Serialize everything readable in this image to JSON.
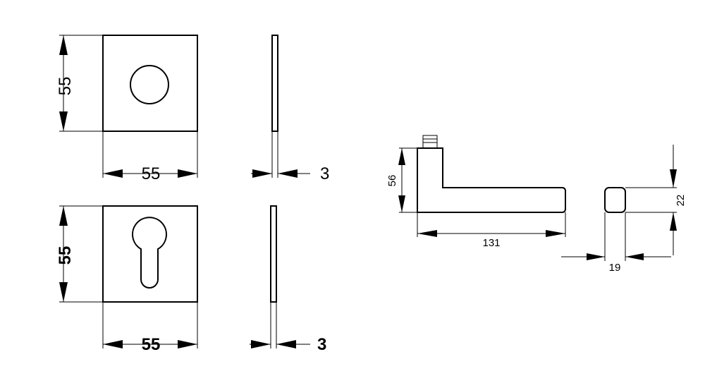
{
  "dimensions": {
    "rosette_round_height": "55",
    "rosette_round_width": "55",
    "rosette_round_thickness": "3",
    "rosette_cylinder_height": "55",
    "rosette_cylinder_width": "55",
    "rosette_cylinder_thickness": "3",
    "handle_height": "56",
    "handle_length": "131",
    "handle_bar_height": "22",
    "handle_bar_width": "19"
  }
}
